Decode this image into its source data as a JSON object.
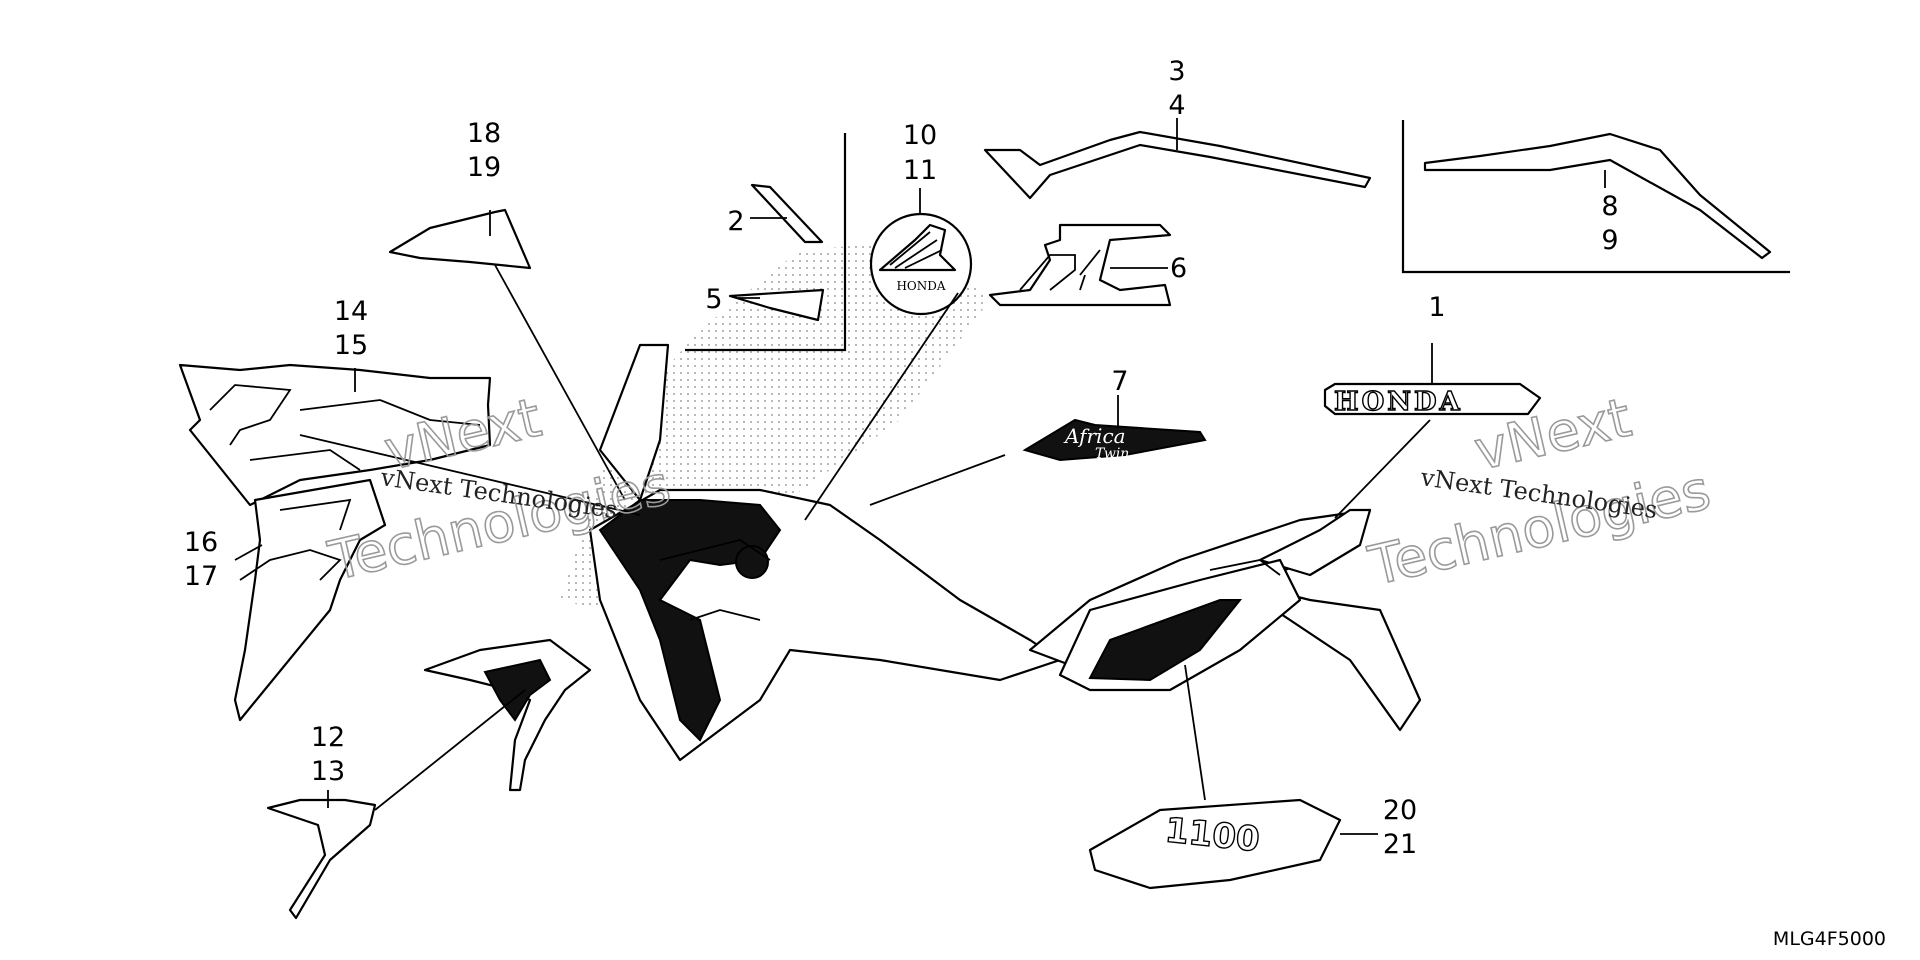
{
  "diagram": {
    "drawing_code": "MLG4F5000",
    "callouts": {
      "c1": "1",
      "c2": "2",
      "c3": "3",
      "c4": "4",
      "c5": "5",
      "c6": "6",
      "c7": "7",
      "c8": "8",
      "c9": "9",
      "c10": "10",
      "c11": "11",
      "c12": "12",
      "c13": "13",
      "c14": "14",
      "c15": "15",
      "c16": "16",
      "c17": "17",
      "c18": "18",
      "c19": "19",
      "c20": "20",
      "c21": "21"
    },
    "decal_text": {
      "honda_logo": "HONDA",
      "wing_badge": "HONDA",
      "africa_twin_line1": "Africa",
      "africa_twin_line2": "Twin",
      "displacement": "1100"
    },
    "watermarks": {
      "vnext": "vNext",
      "technologies": "Technologies",
      "full": "vNext Technologies"
    }
  }
}
